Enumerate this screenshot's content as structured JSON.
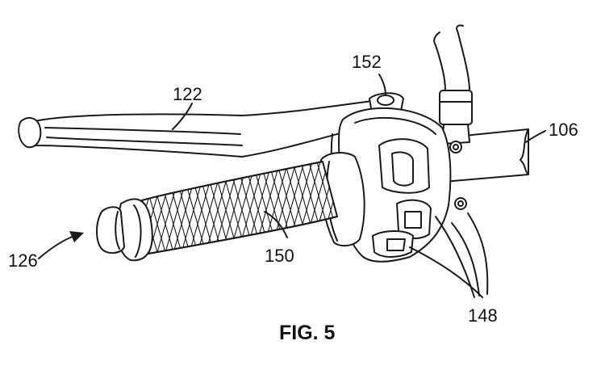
{
  "figure": {
    "caption": "FIG. 5",
    "labels": {
      "lever": "122",
      "bolt": "152",
      "handlebar": "106",
      "assembly": "126",
      "grip": "150",
      "switches": "148"
    }
  },
  "colors": {
    "line": "#1a1a1a",
    "background": "#ffffff"
  }
}
